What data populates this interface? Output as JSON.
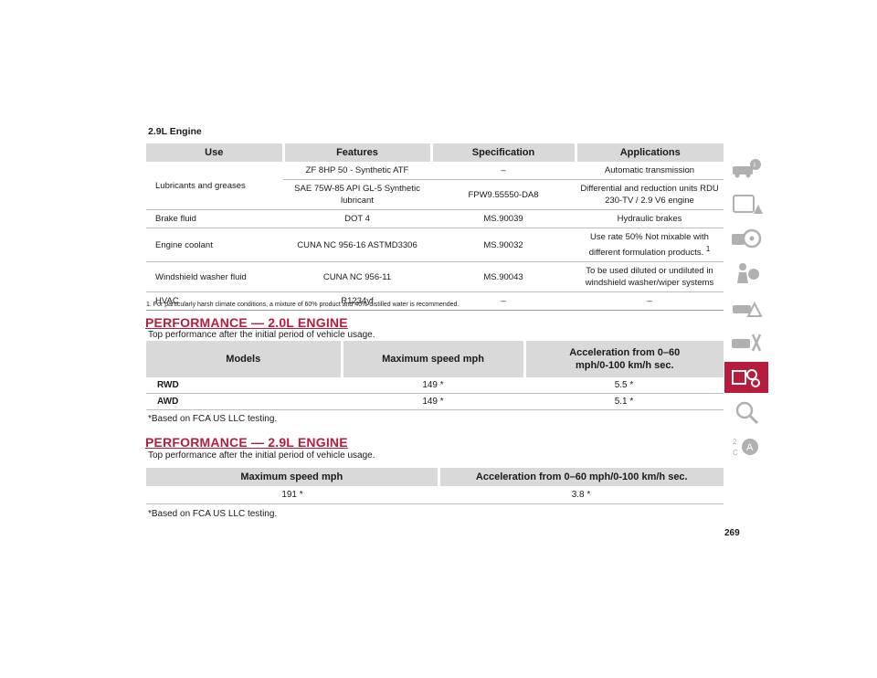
{
  "section_label": "2.9L Engine",
  "fluids_table": {
    "headers": [
      "Use",
      "Features",
      "Specification",
      "Applications"
    ],
    "rows": [
      {
        "use": "Lubricants and greases",
        "features": "ZF 8HP 50 - Synthetic ATF",
        "spec": "–",
        "app": "Automatic transmission"
      },
      {
        "use": "",
        "features": "SAE 75W-85 API GL-5 Synthetic lubricant",
        "spec": "FPW9.55550-DA8",
        "app": "Differential and reduction units RDU 230-TV / 2.9 V6 engine"
      },
      {
        "use": "Brake fluid",
        "features": "DOT 4",
        "spec": "MS.90039",
        "app": "Hydraulic brakes"
      },
      {
        "use": "Engine coolant",
        "features": "CUNA NC 956-16 ASTMD3306",
        "spec": "MS.90032",
        "app": "Use rate 50% Not mixable with different formulation products.",
        "app_sup": "1"
      },
      {
        "use": "Windshield washer fluid",
        "features": "CUNA NC 956-11",
        "spec": "MS.90043",
        "app": "To be used diluted or undiluted in windshield washer/wiper systems"
      },
      {
        "use": "HVAC",
        "features": "R1234yf",
        "spec": "–",
        "app": "–"
      }
    ]
  },
  "footnote": "1.   For particularly harsh climate conditions, a mixture of 60% product and 40% distilled water is recommended.",
  "perf_20": {
    "heading": "PERFORMANCE — 2.0L ENGINE",
    "subtitle": "Top performance after the initial period of vehicle usage.",
    "headers": [
      "Models",
      "Maximum speed mph",
      "Acceleration from 0–60 mph/0-100 km/h sec."
    ],
    "rows": [
      {
        "model": "RWD",
        "speed": "149 *",
        "accel": "5.5 *"
      },
      {
        "model": "AWD",
        "speed": "149 *",
        "accel": "5.1 *"
      }
    ],
    "note": "*Based on FCA US LLC testing."
  },
  "perf_29": {
    "heading": "PERFORMANCE — 2.9L ENGINE",
    "subtitle": "Top performance after the initial period of vehicle usage.",
    "headers": [
      "Maximum speed mph",
      "Acceleration from 0–60 mph/0-100 km/h sec."
    ],
    "rows": [
      {
        "speed": "191 *",
        "accel": "3.8 *"
      }
    ],
    "note": "*Based on FCA US LLC testing."
  },
  "page_number": "269",
  "side_tabs": [
    {
      "icon": "car-info-icon",
      "active": false
    },
    {
      "icon": "dashboard-warning-icon",
      "active": false
    },
    {
      "icon": "steering-wheel-icon",
      "active": false
    },
    {
      "icon": "seatbelt-safety-icon",
      "active": false
    },
    {
      "icon": "car-warning-triangle-icon",
      "active": false
    },
    {
      "icon": "car-maintenance-tools-icon",
      "active": false
    },
    {
      "icon": "technical-specs-gears-icon",
      "active": true
    },
    {
      "icon": "search-magnifier-icon",
      "active": false
    },
    {
      "icon": "alphabetical-index-icon",
      "active": false
    }
  ],
  "colors": {
    "heading_accent": "#b71c3c",
    "header_bg": "#d9d9d9"
  }
}
